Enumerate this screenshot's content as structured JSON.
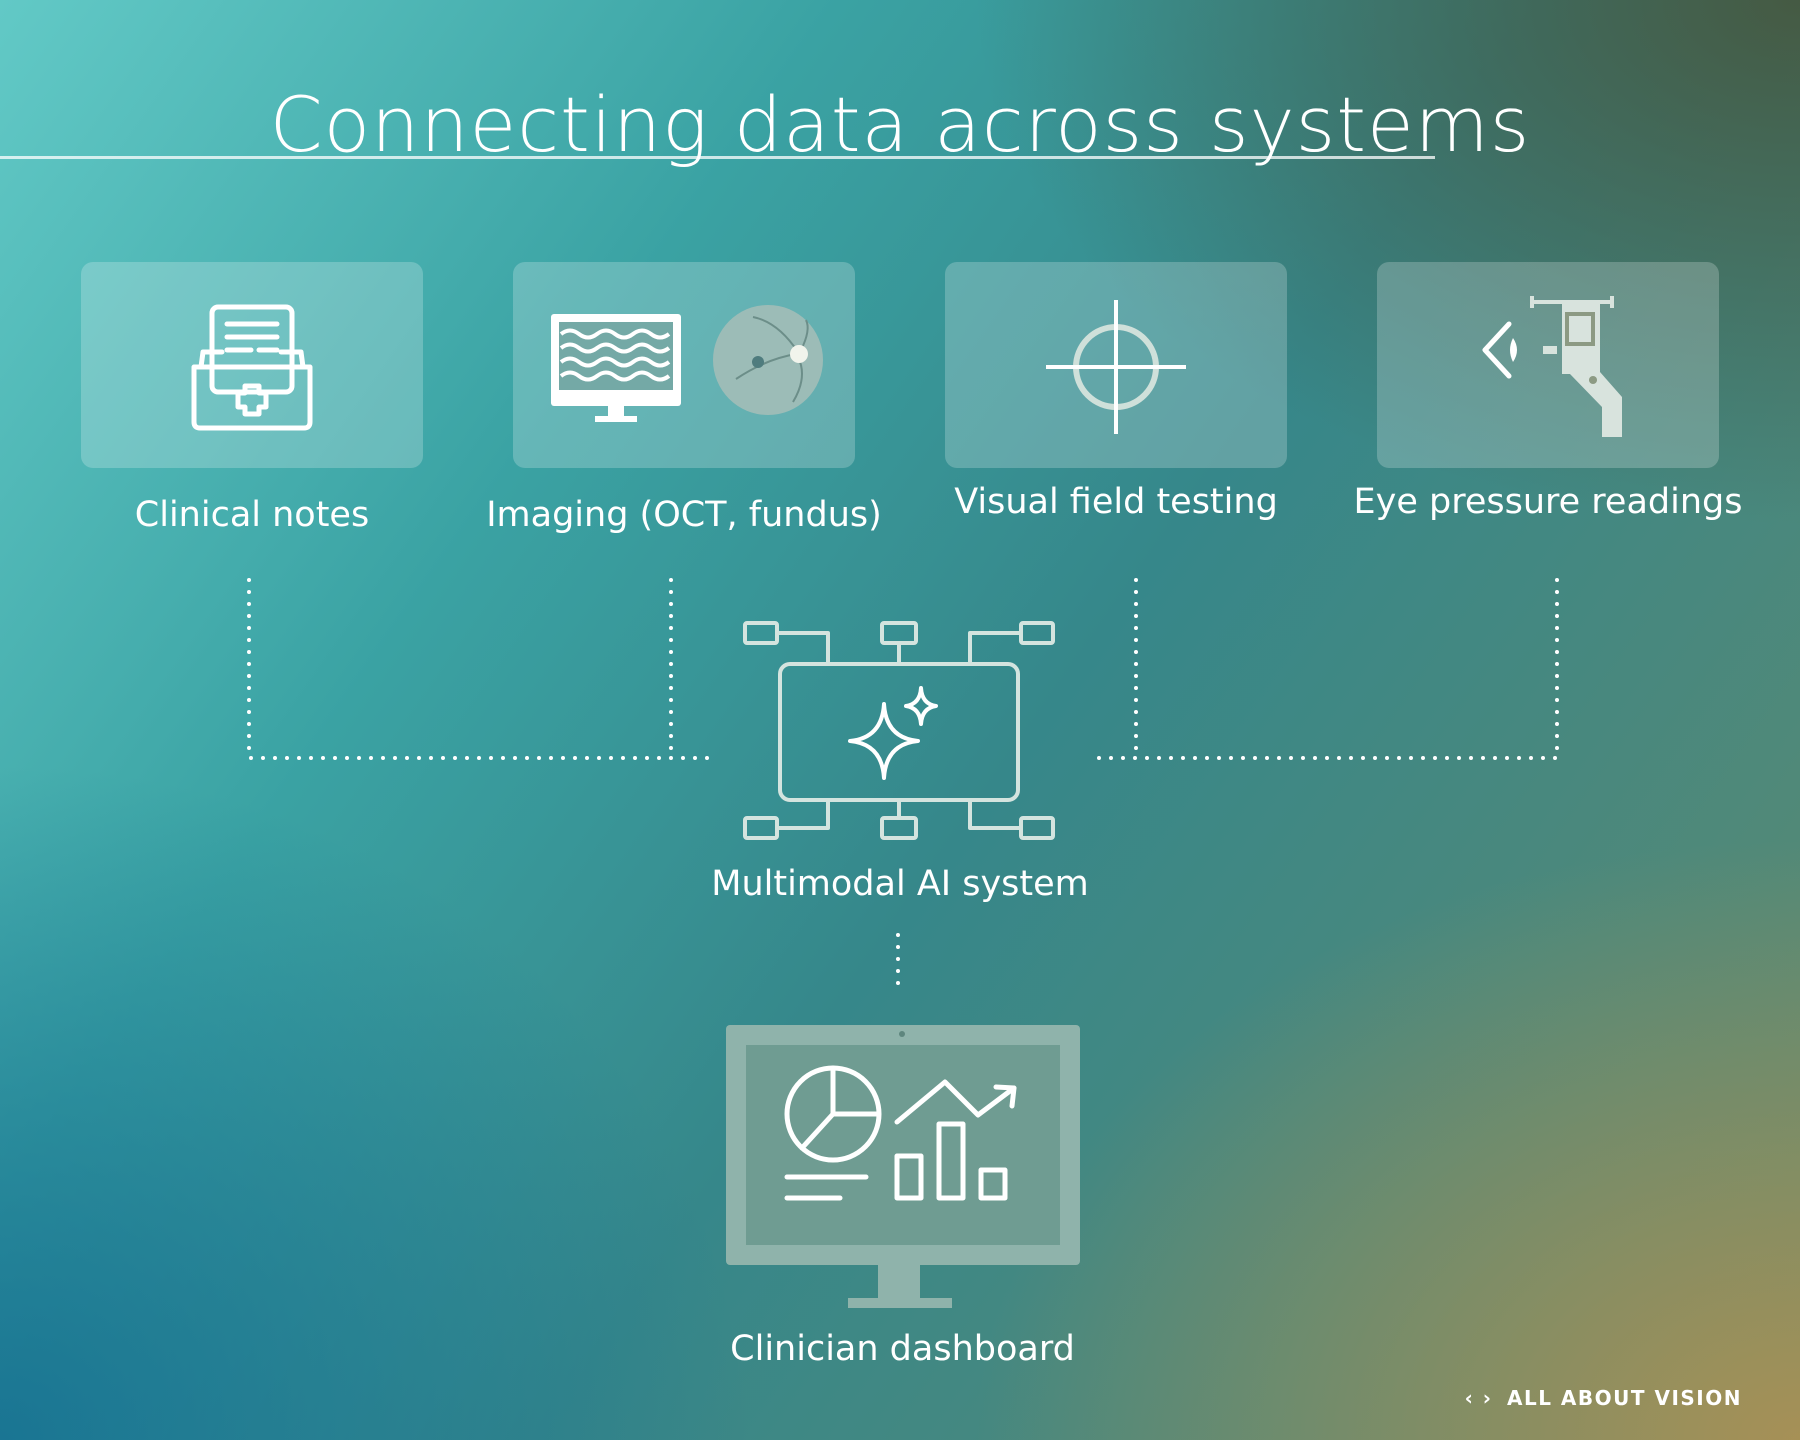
{
  "title": "Connecting data across systems",
  "sources": [
    {
      "label": "Clinical notes",
      "icon": "medical-folder-icon"
    },
    {
      "label": "Imaging (OCT, fundus)",
      "icon": "oct-monitor-fundus-icon"
    },
    {
      "label": "Visual field testing",
      "icon": "crosshair-target-icon"
    },
    {
      "label": "Eye pressure readings",
      "icon": "tonometer-icon"
    }
  ],
  "hub": {
    "label": "Multimodal AI system",
    "icon": "ai-chip-sparkle-icon"
  },
  "output": {
    "label": "Clinician dashboard",
    "icon": "dashboard-monitor-icon"
  },
  "brand": {
    "mark": "‹ ›",
    "text": "ALL ABOUT VISION"
  },
  "colors": {
    "icon": "#ffffff",
    "card_fill": "rgba(255,255,255,0.22)",
    "muted_icon": "#d6e2dc"
  }
}
